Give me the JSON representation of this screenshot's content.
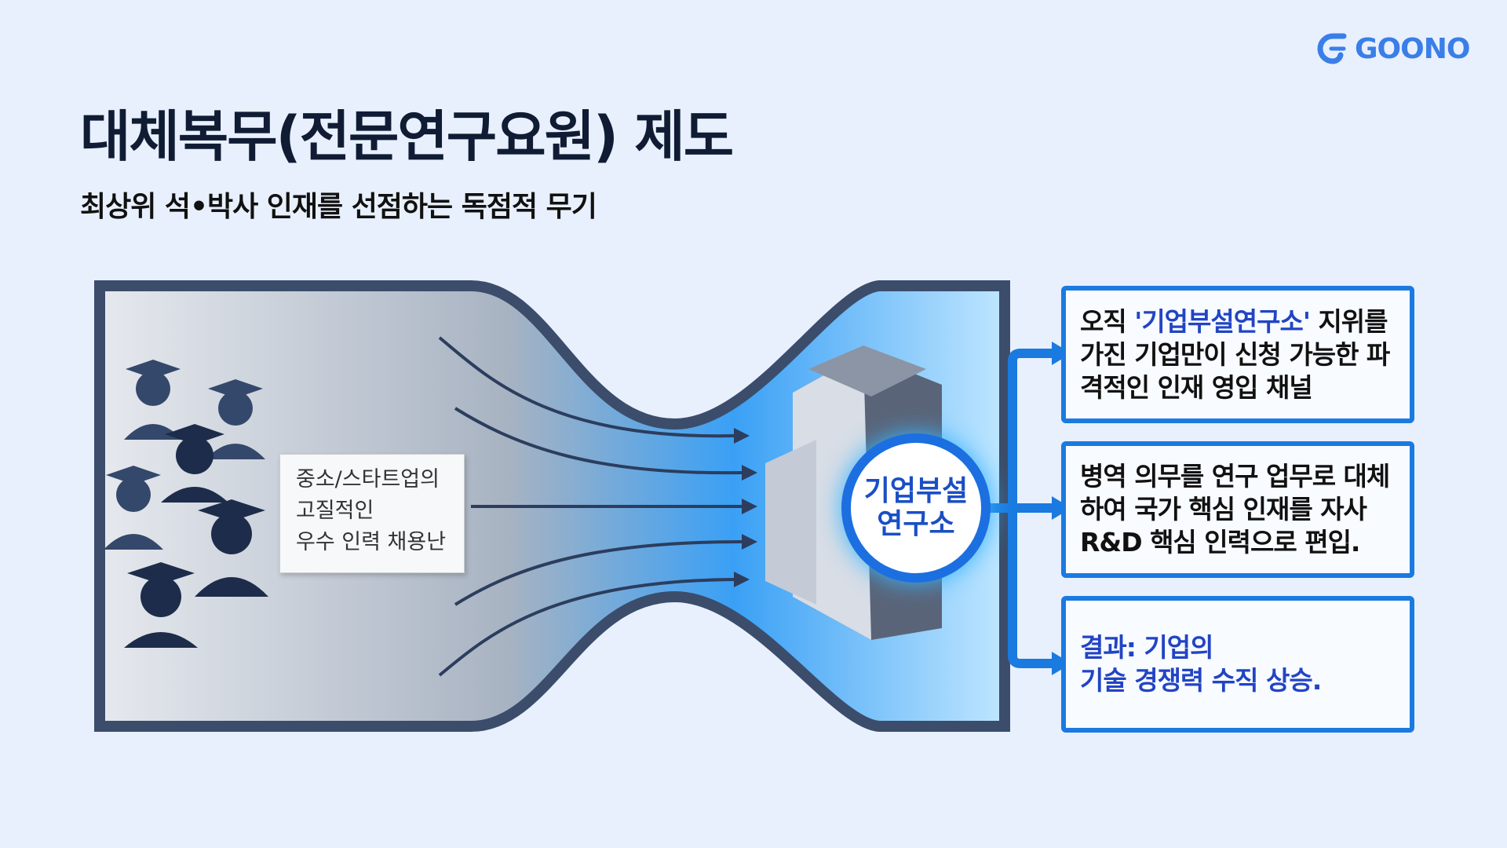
{
  "logo": {
    "text": "GOONO"
  },
  "title": "대체복무(전문연구요원) 제도",
  "subtitle": "최상위 석•박사 인재를 선점하는 독점적 무기",
  "diagram": {
    "note_lines": [
      "중소/스타트업의",
      "고질적인",
      "우수 인력 채용난"
    ],
    "center_lines": [
      "기업부설",
      "연구소"
    ]
  },
  "boxes": [
    {
      "pre": "오직 ",
      "highlight": "'기업부설연구소'",
      "post": " 지위를 가진 기업만이 신청 가능한 파격적인 인재 영입 채널"
    },
    {
      "text": "병역 의무를 연구 업무로 대체하여 국가 핵심 인재를 자사 R&D 핵심 인력으로 편입."
    },
    {
      "line1": "결과: 기업의",
      "line2": "기술 경쟁력 수직 상승."
    }
  ],
  "colors": {
    "accent": "#1a7ae0",
    "highlight": "#2244c4",
    "background": "#e8f0fd"
  }
}
